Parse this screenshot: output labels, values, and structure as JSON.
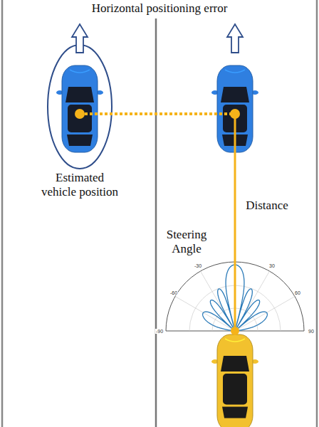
{
  "diagram": {
    "title": "Horizontal positioning error",
    "labels": [
      "Estimated vehicle position",
      "Distance",
      "Steering Angle",
      "-90",
      "-60",
      "-30",
      "30",
      "60",
      "90"
    ]
  }
}
